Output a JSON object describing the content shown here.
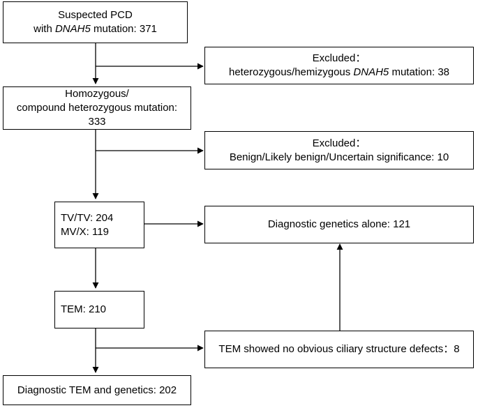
{
  "boxes": {
    "suspected": {
      "line1": "Suspected PCD",
      "line2_pre": "with ",
      "line2_gene": "DNAH5",
      "line2_post": " mutation: 371"
    },
    "excluded1": {
      "line1": "Excluded：",
      "line2_pre": "heterozygous/hemizygous ",
      "line2_gene": "DNAH5",
      "line2_post": " mutation: 38"
    },
    "homozygous": {
      "line1": "Homozygous/",
      "line2": "compound heterozygous mutation:",
      "line3": "333"
    },
    "excluded2": {
      "line1": "Excluded：",
      "line2": "Benign/Likely benign/Uncertain significance: 10"
    },
    "tv": {
      "line1": "TV/TV: 204",
      "line2": "MV/X: 119"
    },
    "genetics_alone": {
      "line1": "Diagnostic genetics alone: 121"
    },
    "tem": {
      "line1": "TEM: 210"
    },
    "tem_no_defects": {
      "line1": "TEM showed no obvious ciliary structure defects：8"
    },
    "diagnostic_tem": {
      "line1": "Diagnostic TEM and genetics: 202"
    }
  }
}
